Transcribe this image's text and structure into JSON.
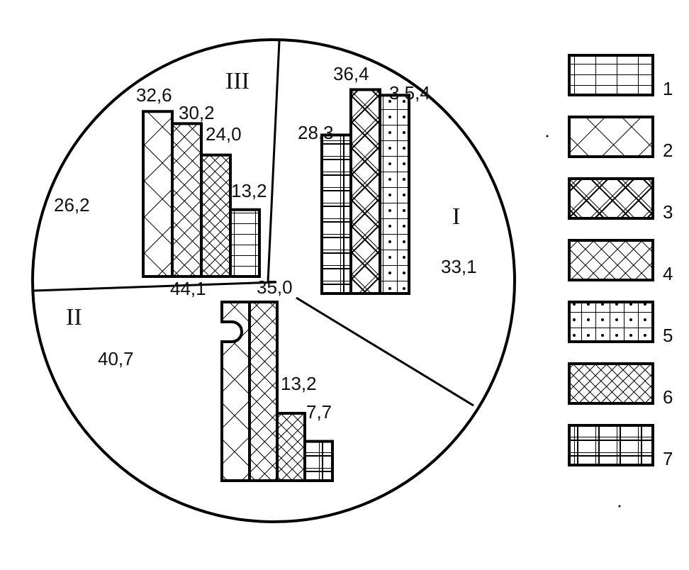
{
  "chart_data": {
    "type": "pie",
    "title": "",
    "slices": [
      {
        "id": "I",
        "label": "I",
        "value": 33.1,
        "value_text": "33,1"
      },
      {
        "id": "II",
        "label": "II",
        "value": 40.7,
        "value_text": "40,7"
      },
      {
        "id": "III",
        "label": "III",
        "value": 26.2,
        "value_text": "26,2"
      }
    ],
    "bar_groups": [
      {
        "slice": "I",
        "bars": [
          {
            "category": "7",
            "value": 28.3,
            "value_text": "28,3"
          },
          {
            "category": "3",
            "value": 36.4,
            "value_text": "36,4"
          },
          {
            "category": "5",
            "value": 35.4,
            "value_text": "3 5,4"
          }
        ]
      },
      {
        "slice": "III",
        "bars": [
          {
            "category": "2",
            "value": 32.6,
            "value_text": "32,6"
          },
          {
            "category": "4",
            "value": 30.2,
            "value_text": "30,2"
          },
          {
            "category": "6",
            "value": 24.0,
            "value_text": "24,0"
          },
          {
            "category": "1",
            "value": 13.2,
            "value_text": "13,2"
          }
        ]
      },
      {
        "slice": "II",
        "bars": [
          {
            "category": "2",
            "value": 44.1,
            "value_text": "44,1",
            "broken": true
          },
          {
            "category": "4",
            "value": 35.0,
            "value_text": "35,0"
          },
          {
            "category": "6",
            "value": 13.2,
            "value_text": "13,2"
          },
          {
            "category": "7",
            "value": 7.7,
            "value_text": "7,7"
          }
        ]
      }
    ],
    "legend": {
      "placement": "right",
      "items": [
        {
          "label": "1",
          "pattern": "grid"
        },
        {
          "label": "2",
          "pattern": "cross-wide"
        },
        {
          "label": "3",
          "pattern": "cross-double"
        },
        {
          "label": "4",
          "pattern": "cross-medium"
        },
        {
          "label": "5",
          "pattern": "dotted-grid"
        },
        {
          "label": "6",
          "pattern": "cross-dense"
        },
        {
          "label": "7",
          "pattern": "double-grid"
        }
      ]
    }
  }
}
